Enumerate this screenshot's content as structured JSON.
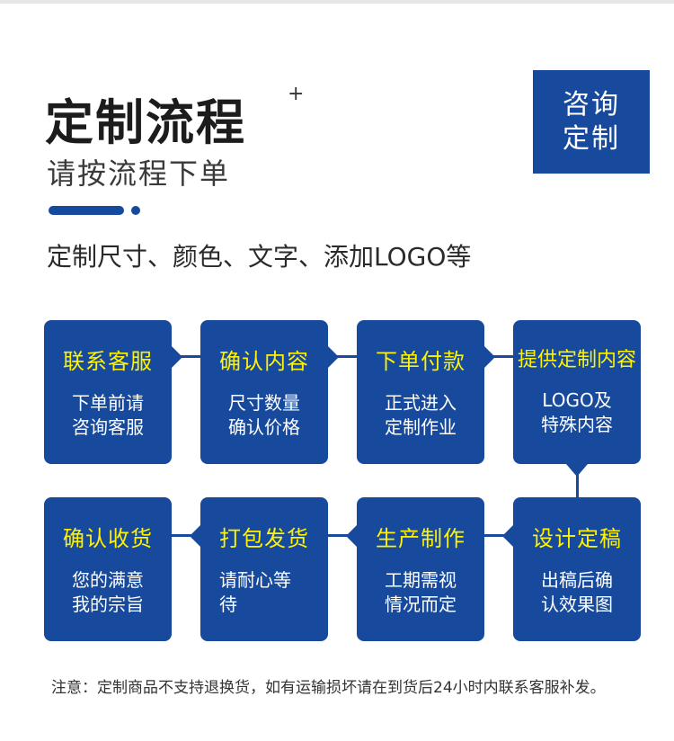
{
  "header": {
    "title": "定制流程",
    "plus": "+",
    "subtitle": "请按流程下单",
    "description": "定制尺寸、颜色、文字、添加LOGO等"
  },
  "consult_button": {
    "line1": "咨询",
    "line2": "定制"
  },
  "steps": [
    {
      "title": "联系客服",
      "line1": "下单前请",
      "line2": "咨询客服"
    },
    {
      "title": "确认内容",
      "line1": "尺寸数量",
      "line2": "确认价格"
    },
    {
      "title": "下单付款",
      "line1": "正式进入",
      "line2": "定制作业"
    },
    {
      "title": "提供定制内容",
      "line1": "LOGO及",
      "line2": "特殊内容"
    },
    {
      "title": "设计定稿",
      "line1": "出稿后确",
      "line2": "认效果图"
    },
    {
      "title": "生产制作",
      "line1": "工期需视",
      "line2": "情况而定"
    },
    {
      "title": "打包发货",
      "line1": "请耐心等",
      "line2": "待"
    },
    {
      "title": "确认收货",
      "line1": "您的满意",
      "line2": "我的宗旨"
    }
  ],
  "note": "注意：定制商品不支持退换货，如有运输损坏请在到货后24小时内联系客服补发。",
  "colors": {
    "primary": "#174a9d",
    "highlight": "#fff200"
  }
}
